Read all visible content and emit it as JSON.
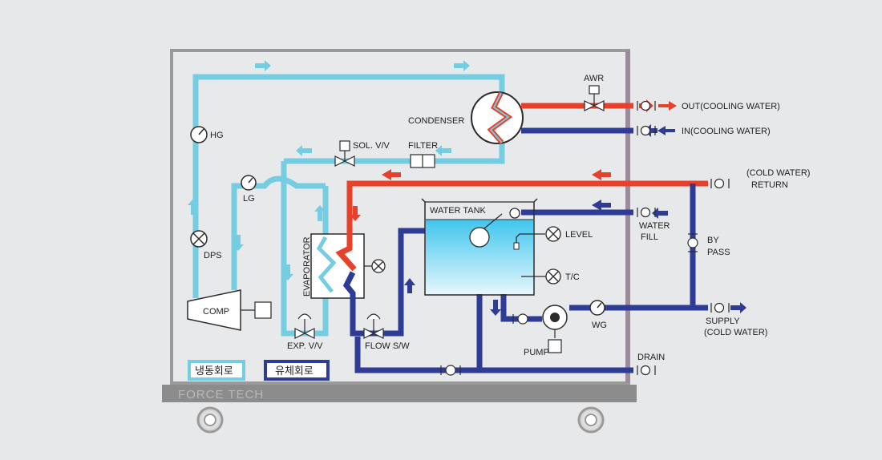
{
  "brand": "FORCE TECH",
  "colors": {
    "refrigerant": "#74cde0",
    "water": "#2f3c95",
    "hot": "#e8412b",
    "tank": "#5fcfee",
    "frame": "#9a9a9a",
    "panel": "#e8e9eb",
    "divider": "#9b8b9b"
  },
  "components": {
    "condenser": "CONDENSER",
    "awr": "AWR",
    "hg": "HG",
    "sol_vv": "SOL. V/V",
    "filter": "FILTER",
    "lg": "LG",
    "dps": "DPS",
    "evaporator": "EVAPORATOR",
    "comp": "COMP",
    "exp_vv": "EXP. V/V",
    "flow_sw": "FLOW S/W",
    "water_tank": "WATER TANK",
    "level": "LEVEL",
    "tc": "T/C",
    "pump": "PUMP",
    "wg": "WG"
  },
  "ports": {
    "out_cooling": "OUT(COOLING WATER)",
    "in_cooling": "IN(COOLING WATER)",
    "return_line1": "(COLD WATER)",
    "return_line2": "RETURN",
    "water_fill_line1": "WATER",
    "water_fill_line2": "FILL",
    "bypass_line1": "BY",
    "bypass_line2": "PASS",
    "supply_line1": "SUPPLY",
    "supply_line2": "(COLD WATER)",
    "drain": "DRAIN"
  },
  "legend": {
    "refrigerant_circuit": "냉동회로",
    "fluid_circuit": "유체회로"
  }
}
